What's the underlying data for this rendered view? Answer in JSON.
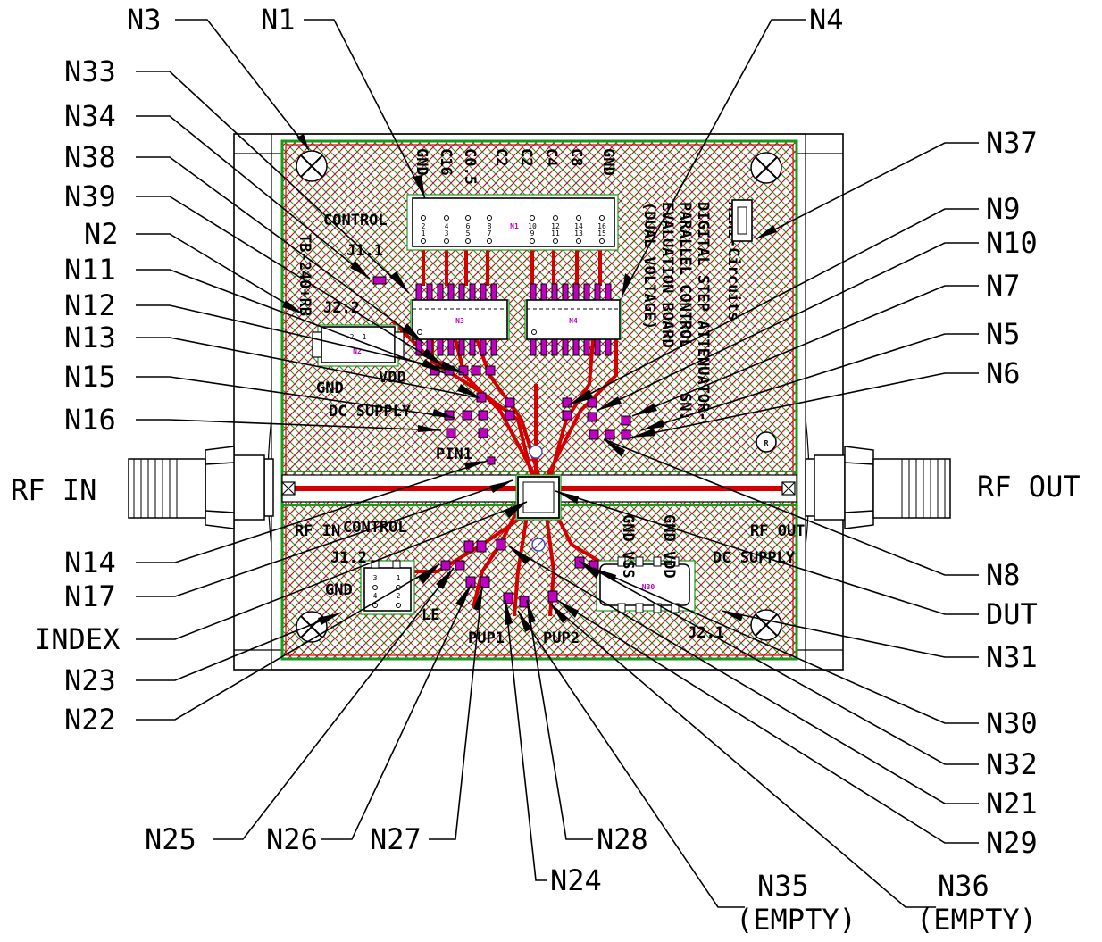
{
  "callouts": [
    {
      "id": "n3",
      "lines": [
        "N3"
      ]
    },
    {
      "id": "n1",
      "lines": [
        "N1"
      ]
    },
    {
      "id": "n4",
      "lines": [
        "N4"
      ]
    },
    {
      "id": "n33",
      "lines": [
        "N33"
      ]
    },
    {
      "id": "n34",
      "lines": [
        "N34"
      ]
    },
    {
      "id": "n38",
      "lines": [
        "N38"
      ]
    },
    {
      "id": "n39",
      "lines": [
        "N39"
      ]
    },
    {
      "id": "n2",
      "lines": [
        "N2"
      ]
    },
    {
      "id": "n11",
      "lines": [
        "N11"
      ]
    },
    {
      "id": "n12",
      "lines": [
        "N12"
      ]
    },
    {
      "id": "n13",
      "lines": [
        "N13"
      ]
    },
    {
      "id": "n15",
      "lines": [
        "N15"
      ]
    },
    {
      "id": "n16",
      "lines": [
        "N16"
      ]
    },
    {
      "id": "n37",
      "lines": [
        "N37"
      ]
    },
    {
      "id": "n9",
      "lines": [
        "N9"
      ]
    },
    {
      "id": "n10",
      "lines": [
        "N10"
      ]
    },
    {
      "id": "n7",
      "lines": [
        "N7"
      ]
    },
    {
      "id": "n5",
      "lines": [
        "N5"
      ]
    },
    {
      "id": "n6",
      "lines": [
        "N6"
      ]
    },
    {
      "id": "n14",
      "lines": [
        "N14"
      ]
    },
    {
      "id": "n17",
      "lines": [
        "N17"
      ]
    },
    {
      "id": "index",
      "lines": [
        "INDEX"
      ]
    },
    {
      "id": "n23",
      "lines": [
        "N23"
      ]
    },
    {
      "id": "n22",
      "lines": [
        "N22"
      ]
    },
    {
      "id": "n8",
      "lines": [
        "N8"
      ]
    },
    {
      "id": "dut",
      "lines": [
        "DUT"
      ]
    },
    {
      "id": "n31",
      "lines": [
        "N31"
      ]
    },
    {
      "id": "n30",
      "lines": [
        "N30"
      ]
    },
    {
      "id": "n32",
      "lines": [
        "N32"
      ]
    },
    {
      "id": "n21",
      "lines": [
        "N21"
      ]
    },
    {
      "id": "n29",
      "lines": [
        "N29"
      ]
    },
    {
      "id": "n25",
      "lines": [
        "N25"
      ]
    },
    {
      "id": "n26",
      "lines": [
        "N26"
      ]
    },
    {
      "id": "n27",
      "lines": [
        "N27"
      ]
    },
    {
      "id": "n28",
      "lines": [
        "N28"
      ]
    },
    {
      "id": "n24",
      "lines": [
        "N24"
      ]
    },
    {
      "id": "n35",
      "lines": [
        "N35",
        "(EMPTY)"
      ]
    },
    {
      "id": "n36",
      "lines": [
        "N36",
        "(EMPTY)"
      ]
    }
  ],
  "ports": {
    "rf_in": "RF IN",
    "rf_out": "RF OUT"
  },
  "board_text": {
    "brand": "Mini-Circuits",
    "title_lines": [
      "DIGITAL STEP ATTENUATOR-",
      "PARALLEL CONTROL",
      "EVALUATION BOARD",
      "(DUAL VOLTAGE)"
    ],
    "part_number": "TB-240+RB",
    "control_top": "CONTROL",
    "j1_1": "J1.1",
    "j2_2": "J2.2",
    "gnd_top": "GND",
    "vdd_top": "VDD",
    "dc_supply_top": "DC SUPPLY",
    "pin1": "PIN1",
    "sn": "SN:",
    "rf_in_board": "RF IN",
    "rf_out_board": "RF OUT",
    "control_bottom": "CONTROL",
    "j1_2": "J1.2",
    "gnd_bottom": "GND",
    "le": "LE",
    "pup1": "PUP1",
    "pup2": "PUP2",
    "gnd_vss": "GND VSS",
    "gnd_vdd": "GND VDD",
    "dc_supply_bottom": "DC SUPPLY",
    "j2_1": "J2.1",
    "header_pins": [
      "GND",
      "C16",
      "C0.5",
      "C2",
      "C2",
      "C4",
      "C8",
      "GND"
    ],
    "header_top_numbers": [
      "2",
      "4",
      "6",
      "8",
      "10",
      "12",
      "14",
      "16"
    ],
    "header_bottom_numbers": [
      "1",
      "3",
      "5",
      "7",
      "9",
      "11",
      "13",
      "15"
    ],
    "n1_chip": "N1",
    "n3_chip": "N3",
    "n4_chip": "N4",
    "n2_chip": "N2",
    "n30_chip": "N30",
    "j12_pins_top": [
      "3",
      "1"
    ],
    "j12_pins_bottom": [
      "4",
      "2"
    ],
    "j22_pins": [
      "2",
      "1"
    ]
  },
  "colors": {
    "trace": "#d40000",
    "hatch_red": "#d40000",
    "hatch_green": "#1a9a1a",
    "pad_magenta": "#c000c0",
    "outline": "#000000"
  }
}
